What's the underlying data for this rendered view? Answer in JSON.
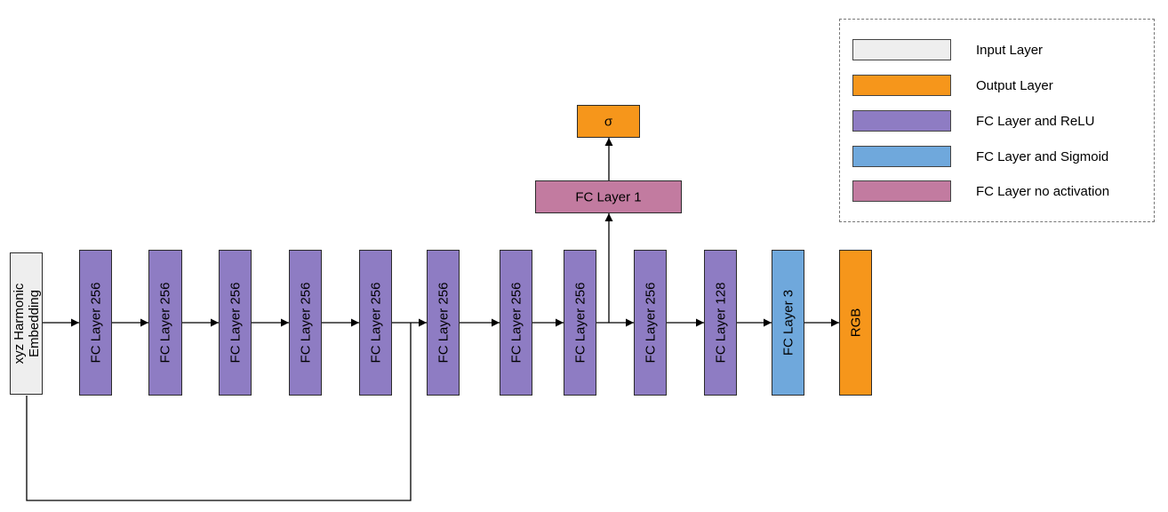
{
  "nodes": {
    "input_line1": "xyz Harmonic",
    "input_line2": "Embedding",
    "fc1": "FC Layer 256",
    "fc2": "FC Layer 256",
    "fc3": "FC Layer 256",
    "fc4": "FC Layer 256",
    "fc5": "FC Layer 256",
    "fc6": "FC Layer 256",
    "fc7": "FC Layer 256",
    "fc8": "FC Layer 256",
    "fc9": "FC Layer 256",
    "fc10": "FC Layer 128",
    "fc_out3": "FC Layer 3",
    "rgb": "RGB",
    "fc_density": "FC Layer 1",
    "sigma": "σ"
  },
  "legend": {
    "input": "Input Layer",
    "output": "Output Layer",
    "relu": "FC Layer and ReLU",
    "sigmoid": "FC Layer and Sigmoid",
    "noact": "FC Layer no activation"
  },
  "colors": {
    "input": "#eeeeee",
    "output": "#f6961b",
    "relu": "#8e7cc3",
    "sigmoid": "#6fa8dc",
    "noact": "#c27ba0"
  }
}
